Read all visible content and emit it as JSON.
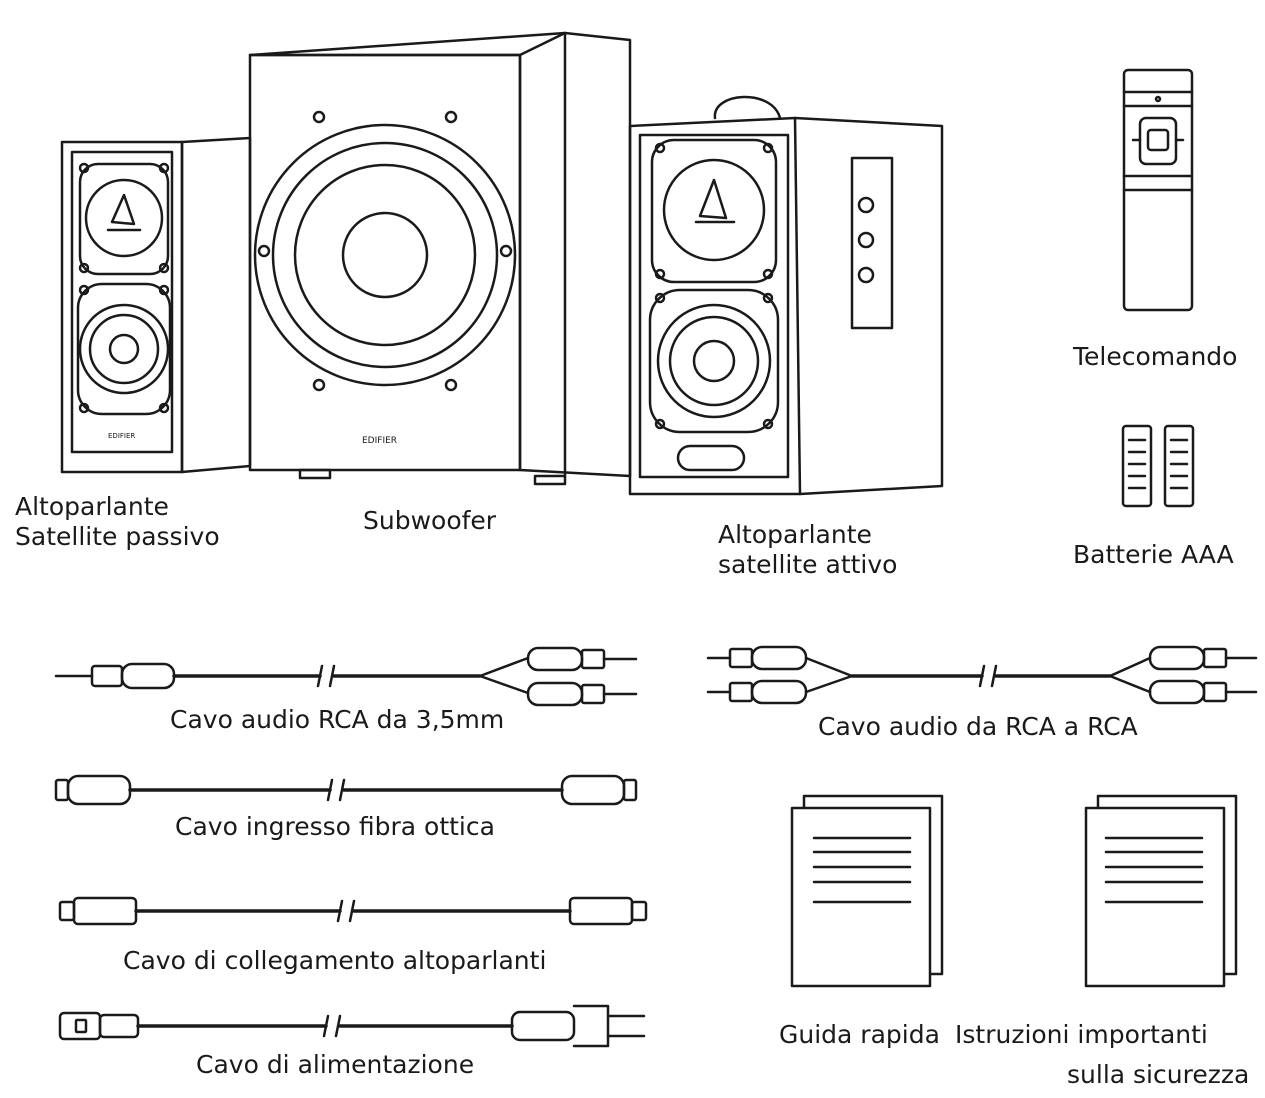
{
  "labels": {
    "passive_line1": "Altoparlante",
    "passive_line2": "Satellite passivo",
    "subwoofer": "Subwoofer",
    "active_line1": "Altoparlante",
    "active_line2": "satellite attivo",
    "remote": "Telecomando",
    "batteries": "Batterie AAA",
    "cable_rca35": "Cavo audio RCA da 3,5mm",
    "cable_rca_rca": "Cavo audio da RCA a RCA",
    "cable_optical": "Cavo ingresso fibra ottica",
    "cable_speaker": "Cavo di collegamento altoparlanti",
    "cable_power": "Cavo di alimentazione",
    "quick_guide": "Guida rapida",
    "safety_line1": "Istruzioni importanti",
    "safety_line2": "sulla sicurezza"
  },
  "brand": {
    "speaker_logo": "EDIFIER",
    "sub_logo": "EDIFIER"
  },
  "colors": {
    "stroke": "#1a1a1a",
    "background": "#ffffff"
  }
}
